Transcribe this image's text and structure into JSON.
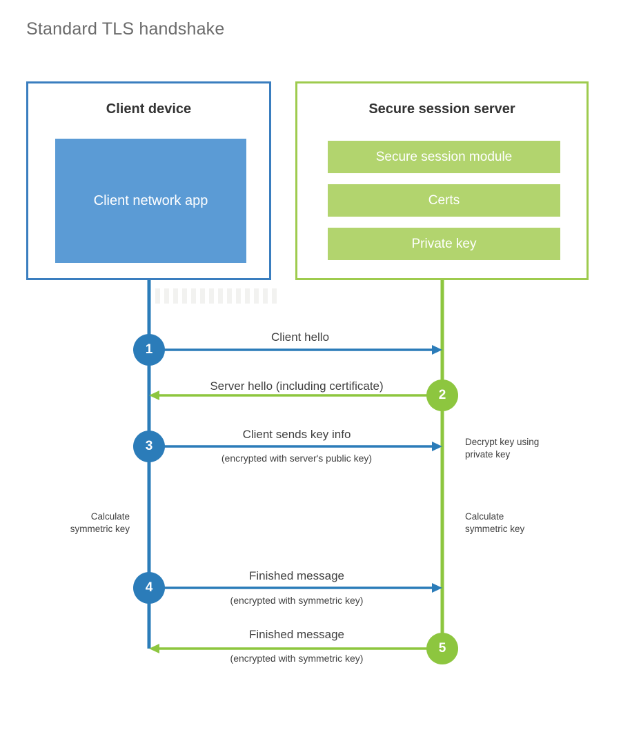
{
  "title": "Standard TLS handshake",
  "colors": {
    "client_border": "#3a7ebf",
    "client_fill": "#5b9bd5",
    "client_line": "#2b7cb9",
    "server_border": "#9ecb4e",
    "server_fill": "#b2d46e",
    "server_line": "#8dc63f",
    "text": "#3f3f3f",
    "title_text": "#6b6b6b",
    "background": "#ffffff"
  },
  "client": {
    "title": "Client device",
    "app_label": "Client network app"
  },
  "server": {
    "title": "Secure session server",
    "blocks": [
      {
        "label": "Secure session module"
      },
      {
        "label": "Certs"
      },
      {
        "label": "Private key"
      }
    ]
  },
  "steps": [
    {
      "number": "1",
      "side": "client",
      "direction": "to-server",
      "primary": "Client hello",
      "sub": ""
    },
    {
      "number": "2",
      "side": "server",
      "direction": "to-client",
      "primary": "Server hello (including certificate)",
      "sub": ""
    },
    {
      "number": "3",
      "side": "client",
      "direction": "to-server",
      "primary": "Client sends key info",
      "sub": "(encrypted with server's public key)"
    },
    {
      "number": "4",
      "side": "client",
      "direction": "to-server",
      "primary": "Finished message",
      "sub": "(encrypted with symmetric key)"
    },
    {
      "number": "5",
      "side": "server",
      "direction": "to-client",
      "primary": "Finished message",
      "sub": "(encrypted with symmetric key)"
    }
  ],
  "notes": {
    "decrypt_key": "Decrypt key using\nprivate key",
    "decrypt_key_line1": "Decrypt key using",
    "decrypt_key_line2": "private key",
    "calc_client_line1": "Calculate",
    "calc_client_line2": "symmetric key",
    "calc_server_line1": "Calculate",
    "calc_server_line2": "symmetric key"
  }
}
